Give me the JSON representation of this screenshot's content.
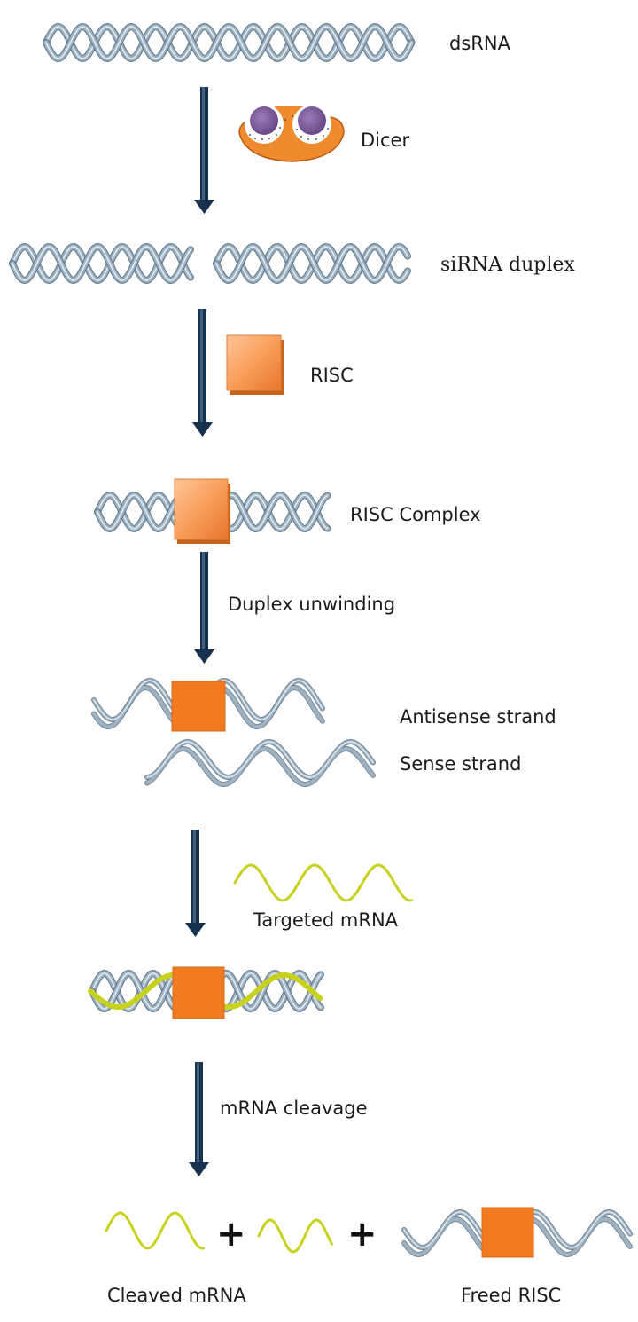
{
  "steps": {
    "dsrna": "dsRNA",
    "dicer": "Dicer",
    "sirna": "siRNA duplex",
    "risc": "RISC",
    "risc_complex": "RISC Complex",
    "unwinding": "Duplex unwinding",
    "antisense": "Antisense strand",
    "sense": "Sense strand",
    "target": "Targeted mRNA",
    "cleavage": "mRNA cleavage",
    "cleaved": "Cleaved mRNA",
    "freed": "Freed RISC"
  },
  "symbols": {
    "plus": "+"
  },
  "colors": {
    "strand": "#9fb2c2",
    "strand_dark": "#5f7487",
    "arrow": "#16324f",
    "risc": "#f27b21",
    "mrna": "#c8d21e",
    "dicer_body": "#f08a2e",
    "dicer_knob": "#7a5a96"
  },
  "icons": {
    "dicer": "dicer-enzyme-icon",
    "risc": "risc-protein-icon",
    "helix": "double-helix-icon"
  }
}
